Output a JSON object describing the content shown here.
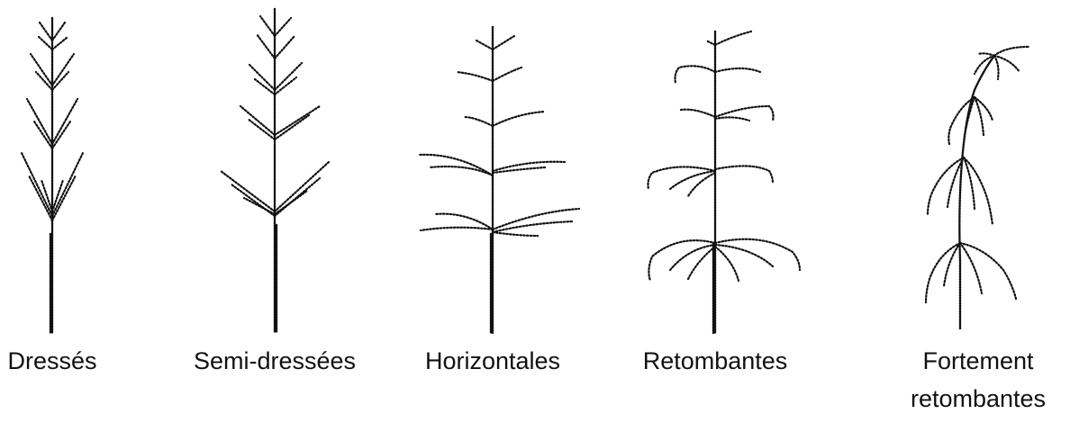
{
  "figure": {
    "types": [
      {
        "id": "dresses",
        "label": "Dressés",
        "label_lines": [
          "Dressés"
        ],
        "icon": "erect-branches-plant-icon"
      },
      {
        "id": "semi-dressees",
        "label": "Semi-dressées",
        "label_lines": [
          "Semi-dressées"
        ],
        "icon": "semi-erect-branches-plant-icon"
      },
      {
        "id": "horizontales",
        "label": "Horizontales",
        "label_lines": [
          "Horizontales"
        ],
        "icon": "horizontal-branches-plant-icon"
      },
      {
        "id": "retombantes",
        "label": "Retombantes",
        "label_lines": [
          "Retombantes"
        ],
        "icon": "drooping-branches-plant-icon"
      },
      {
        "id": "fortement-retombantes",
        "label": "Fortement retombantes",
        "label_lines": [
          "Fortement",
          "retombantes"
        ],
        "icon": "strongly-drooping-branches-plant-icon"
      }
    ]
  }
}
